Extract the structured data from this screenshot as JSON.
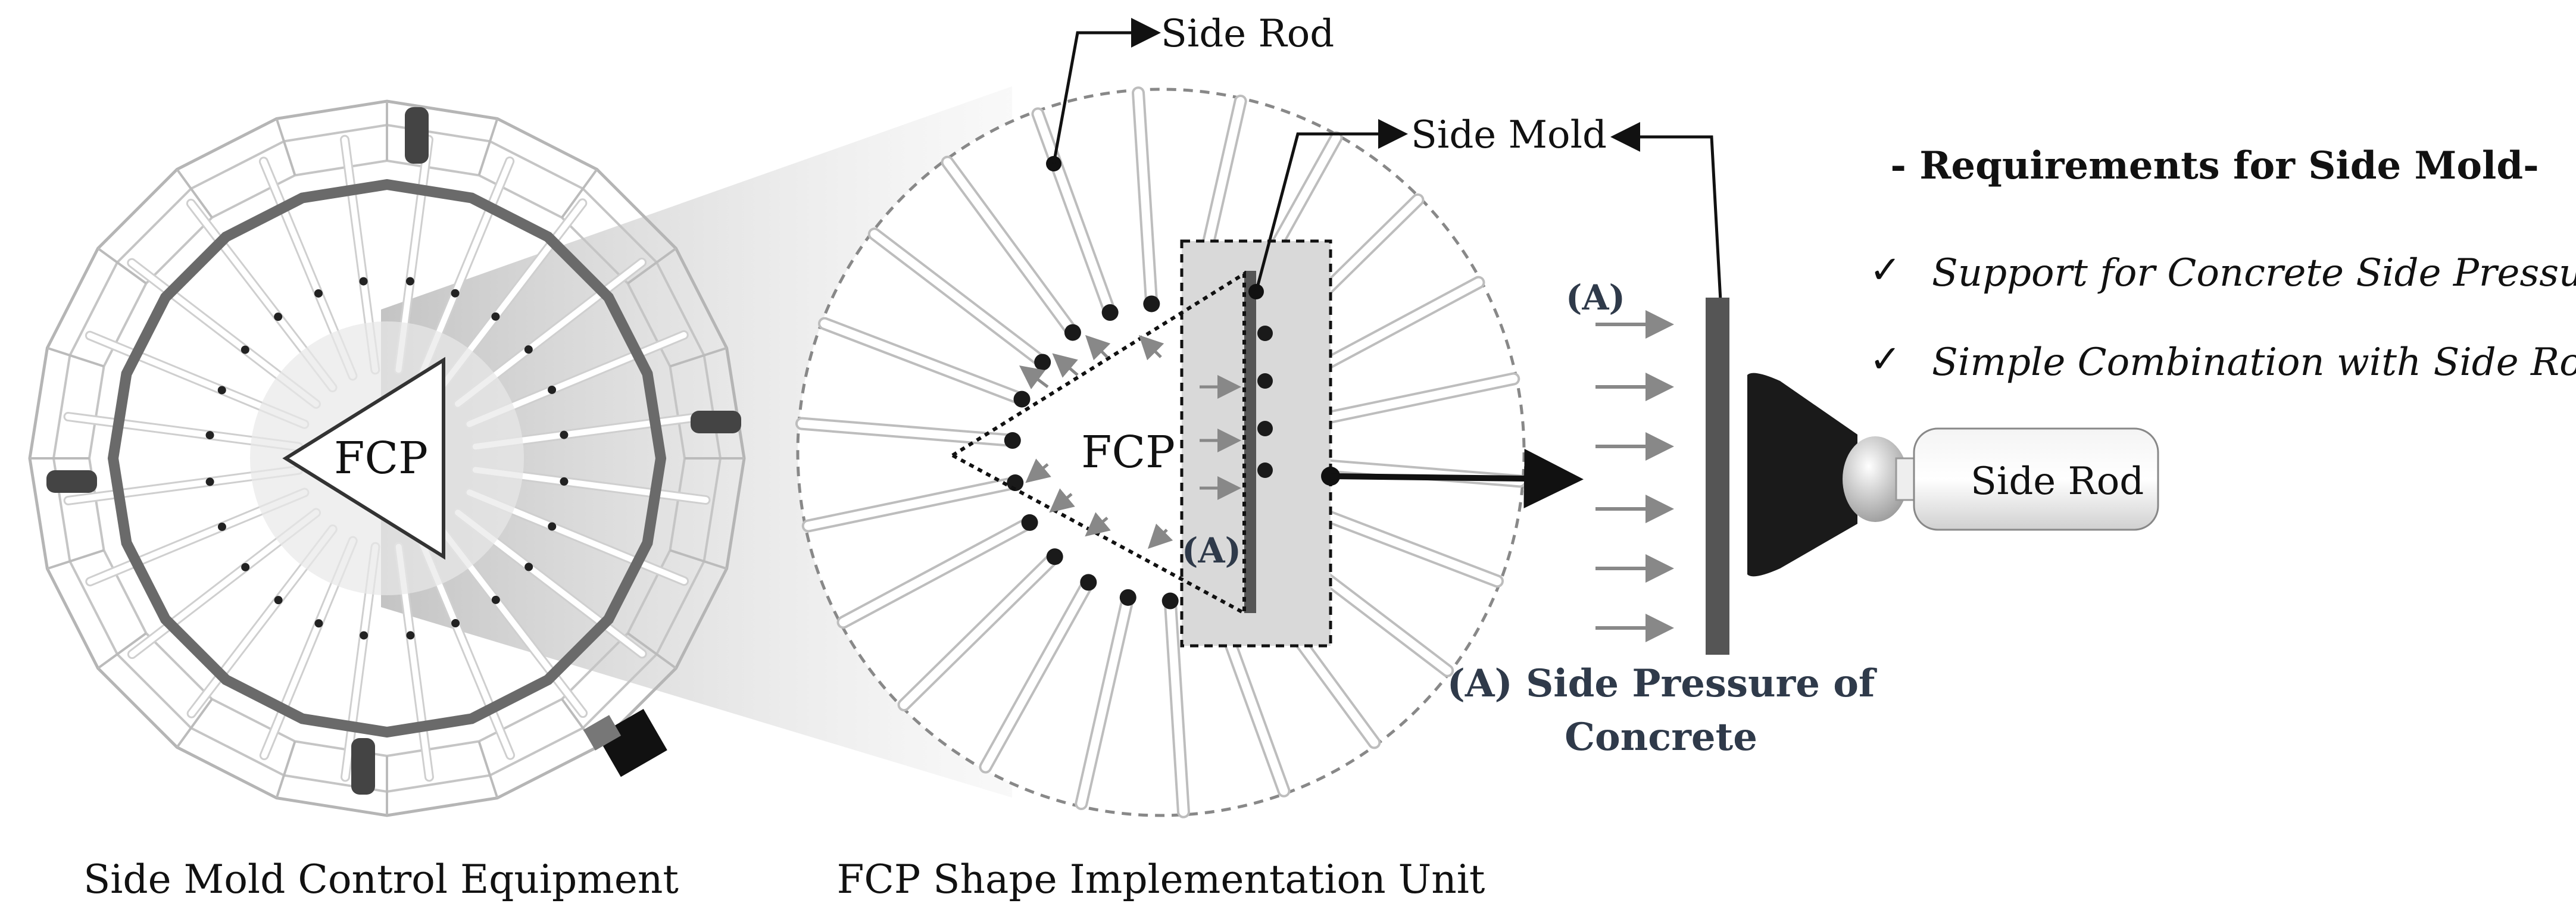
{
  "labels": {
    "side_rod_top": "Side Rod",
    "side_mold": "Side Mold",
    "fcp_left": "FCP",
    "fcp_center": "FCP",
    "a_mark_center": "(A)",
    "a_mark_right": "(A)",
    "side_rod_right": "Side Rod",
    "pressure_title_line1": "(A) Side Pressure of",
    "pressure_title_line2": "Concrete"
  },
  "requirements": {
    "title": "- Requirements for Side Mold-",
    "items": [
      "Support for Concrete Side Pressure",
      "Simple Combination with Side Rods"
    ],
    "check_glyph": "✓"
  },
  "captions": {
    "left": "Side Mold Control Equipment",
    "center": "FCP Shape Implementation Unit"
  },
  "colors": {
    "mold_dark": "#555555",
    "ring": "#6a6a6a",
    "cone": "#1a1a1a",
    "zoom_shade": "#c8c8c8",
    "arrow_gray": "#888888"
  }
}
